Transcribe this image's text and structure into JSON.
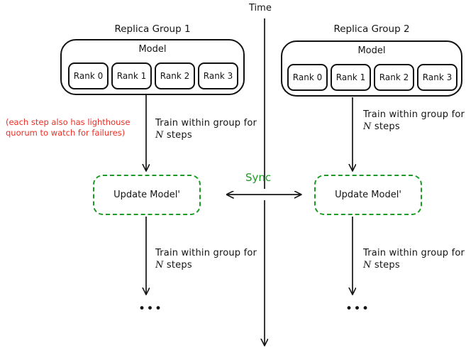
{
  "diagram": {
    "title_axis": "Time",
    "sync_label": "Sync",
    "note": "(each step also has lighthouse\nquorum to watch for failures)",
    "note_color": "#ea2f26",
    "sync_color": "#1a9c24",
    "update_box_color": "#1a9c24",
    "line_color": "#141414",
    "ellipsis": "•••"
  },
  "groups": [
    {
      "title": "Replica Group 1",
      "model_label": "Model",
      "ranks": [
        "Rank 0",
        "Rank 1",
        "Rank 2",
        "Rank 3"
      ],
      "update_label": "Update Model'",
      "train_label_line1": "Train within group for",
      "train_label_line2_n": "N",
      "train_label_line2_rest": " steps",
      "train_label_2_line1": "Train within group for",
      "train_label_2_line2_n": "N",
      "train_label_2_line2_rest": " steps"
    },
    {
      "title": "Replica Group 2",
      "model_label": "Model",
      "ranks": [
        "Rank 0",
        "Rank 1",
        "Rank 2",
        "Rank 3"
      ],
      "update_label": "Update Model'",
      "train_label_line1": "Train within group for",
      "train_label_line2_n": "N",
      "train_label_line2_rest": " steps",
      "train_label_2_line1": "Train within group for",
      "train_label_2_line2_n": "N",
      "train_label_2_line2_rest": " steps"
    }
  ]
}
